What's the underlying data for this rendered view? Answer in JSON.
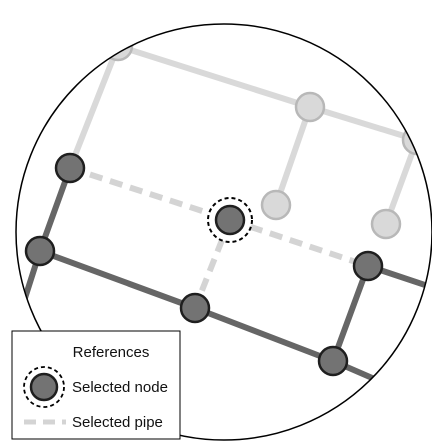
{
  "diagram": {
    "colors": {
      "inactive_pipe": "#d9d9d9",
      "inactive_node_fill": "#d9d9d9",
      "inactive_node_stroke": "#b8b8b8",
      "active_pipe": "#666666",
      "active_node_fill": "#737373",
      "active_node_stroke": "#1f1f1f",
      "selected_pipe": "#d4d4d4",
      "selection_ring": "#000000",
      "boundary": "#000000"
    },
    "legend": {
      "title": "References",
      "selected_node_label": "Selected node",
      "selected_pipe_label": "Selected pipe"
    }
  }
}
